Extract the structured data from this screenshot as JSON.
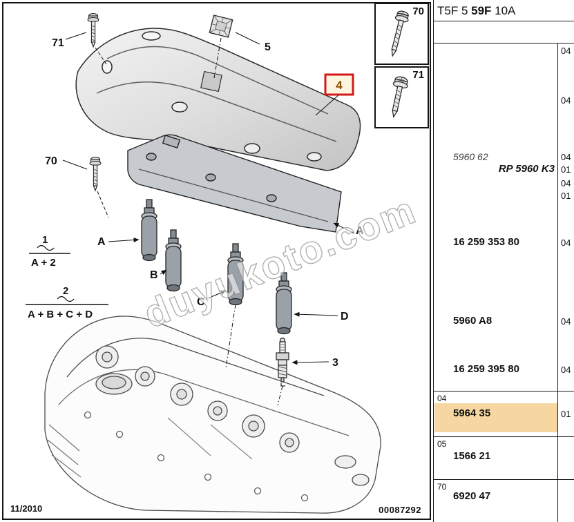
{
  "title": {
    "prefix": "T5F 5 ",
    "bold": "59F",
    "suffix": " 10A"
  },
  "colors": {
    "highlight-row": "#f6d7a1",
    "callout-border": "#d21818",
    "callout-fill": "#fdf5df",
    "callout-text": "#8a4a00"
  },
  "hardware_boxes": [
    {
      "label": "70"
    },
    {
      "label": "71"
    }
  ],
  "diagram": {
    "callouts": {
      "n71": "71",
      "n5": "5",
      "n4": "4",
      "n70": "70",
      "a_left": "A",
      "b": "B",
      "c": "C",
      "d": "D",
      "a_right": "A",
      "n3": "3"
    },
    "formula1": {
      "num": "1",
      "expr": "A + 2"
    },
    "formula2": {
      "num": "2",
      "expr": "A + B + C + D"
    },
    "watermark": "duyukoto.com",
    "date": "11/2010",
    "doc_number": "00087292"
  },
  "table": {
    "rows": [
      {
        "section": "",
        "part": "",
        "qty": "04"
      },
      {
        "section": "",
        "part": "",
        "qty": "04"
      },
      {
        "section": "",
        "part": "5960 62",
        "qty": "04"
      },
      {
        "section": "",
        "part": "RP 5960 K3",
        "qty": "01"
      },
      {
        "section": "",
        "part": "",
        "qty": "04"
      },
      {
        "section": "",
        "part": "",
        "qty": "01"
      },
      {
        "section": "",
        "part": "16 259 353 80",
        "qty": "04"
      },
      {
        "section": "",
        "part": "5960 A8",
        "qty": "04"
      },
      {
        "section": "",
        "part": "16 259 395 80",
        "qty": "04"
      },
      {
        "section": "04",
        "part": "5964 35",
        "qty": "01"
      },
      {
        "section": "05",
        "part": "1566 21",
        "qty": ""
      },
      {
        "section": "70",
        "part": "6920 47",
        "qty": ""
      }
    ]
  }
}
